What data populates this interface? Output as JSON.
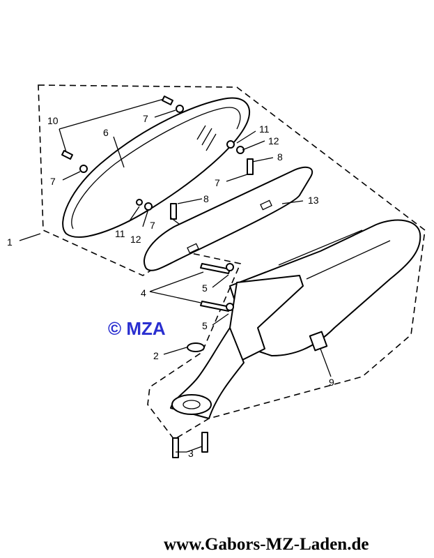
{
  "callouts": {
    "c1": "1",
    "c2": "2",
    "c3": "3",
    "c4": "4",
    "c5a": "5",
    "c5b": "5",
    "c6": "6",
    "c7a": "7",
    "c7b": "7",
    "c7c": "7",
    "c7d": "7",
    "c8a": "8",
    "c8b": "8",
    "c9": "9",
    "c10": "10",
    "c11a": "11",
    "c11b": "11",
    "c12a": "12",
    "c12b": "12",
    "c13": "13"
  },
  "watermark": "© MZA",
  "footer": "www.Gabors-MZ-Laden.de",
  "colors": {
    "watermark": "#2a2fd0"
  }
}
